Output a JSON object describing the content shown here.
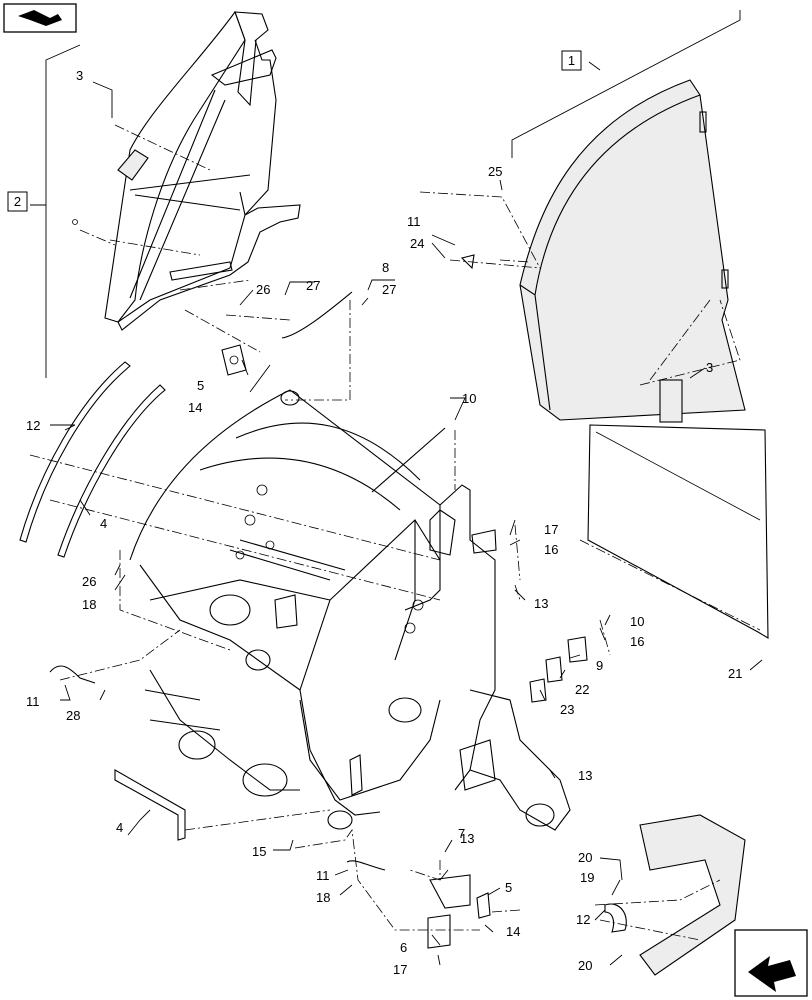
{
  "callouts": {
    "c1": "1",
    "c2": "2",
    "c3a": "3",
    "c3b": "3",
    "c4a": "4",
    "c4b": "4",
    "c5a": "5",
    "c5b": "5",
    "c6": "6",
    "c7": "7",
    "c8": "8",
    "c9": "9",
    "c10a": "10",
    "c10b": "10",
    "c11a": "11",
    "c11b": "11",
    "c11c": "11",
    "c12a": "12",
    "c12b": "12",
    "c13a": "13",
    "c13b": "13",
    "c13c": "13",
    "c14a": "14",
    "c14b": "14",
    "c15": "15",
    "c16a": "16",
    "c16b": "16",
    "c17a": "17",
    "c17b": "17",
    "c18a": "18",
    "c18b": "18",
    "c19": "19",
    "c20a": "20",
    "c20b": "20",
    "c21": "21",
    "c22": "22",
    "c23": "23",
    "c24": "24",
    "c25": "25",
    "c26a": "26",
    "c26b": "26",
    "c27a": "27",
    "c27b": "27",
    "c28": "28"
  },
  "icons": {
    "top_left": "book-pointer-icon",
    "bottom_right": "next-page-arrow-icon"
  }
}
